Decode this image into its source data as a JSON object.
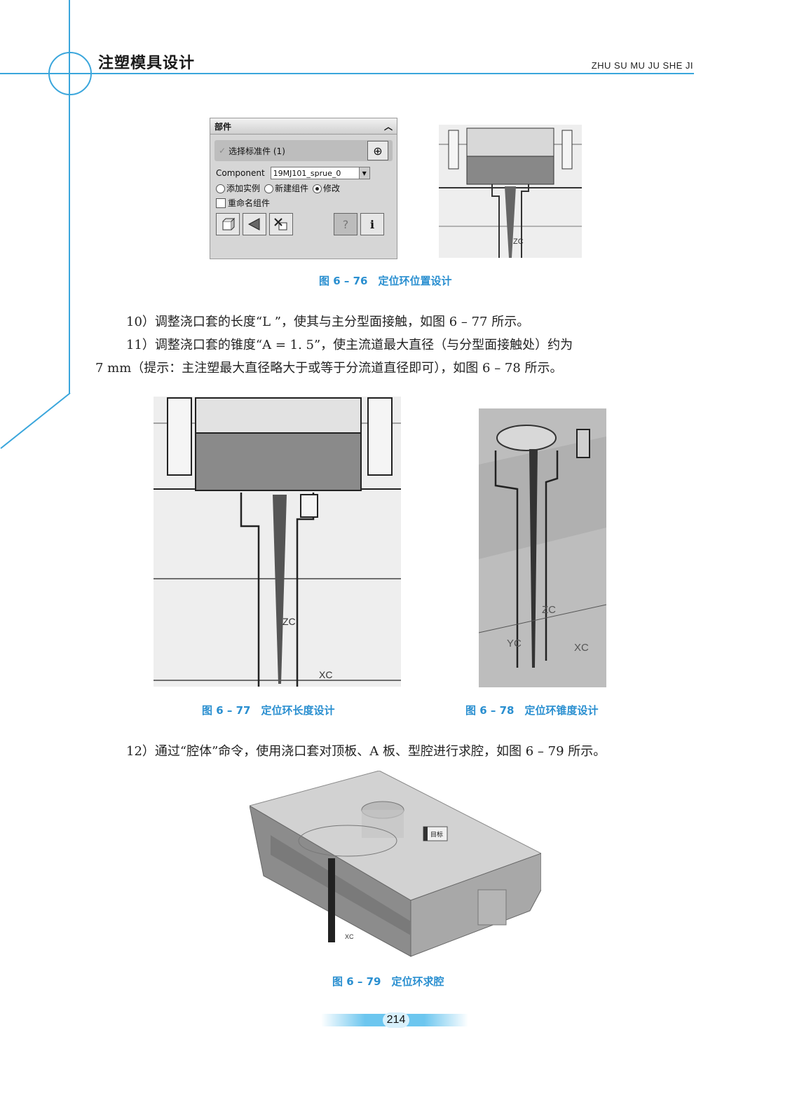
{
  "header": {
    "book_title": "注塑模具设计",
    "pinyin": "ZHU SU MU JU SHE JI"
  },
  "panel": {
    "title": "部件",
    "select_label": "选择标准件 (1)",
    "component_label": "Component",
    "component_value": "19MJ101_sprue_0",
    "radio_add": "添加实例",
    "radio_new": "新建组件",
    "radio_modify": "修改",
    "rename_label": "重命名组件"
  },
  "figures": {
    "fig76_caption": "图 6 – 76　定位环位置设计",
    "fig77_caption": "图 6 – 77　定位环长度设计",
    "fig78_caption": "图 6 – 78　定位环锥度设计",
    "fig79_caption": "图 6 – 79　定位环求腔",
    "axis_zc": "ZC",
    "axis_xc": "XC",
    "axis_yc": "YC",
    "target_label": "目标"
  },
  "paragraphs": {
    "p10": "10）调整浇口套的长度“L ”，使其与主分型面接触，如图 6 – 77 所示。",
    "p11a": "11）调整浇口套的锥度“A = 1. 5”，使主流道最大直径（与分型面接触处）约为",
    "p11b": "7 mm（提示：主注塑最大直径略大于或等于分流道直径即可），如图 6 – 78 所示。",
    "p12": "12）通过“腔体”命令，使用浇口套对顶板、A 板、型腔进行求腔，如图 6 – 79 所示。"
  },
  "page_number": "214",
  "colors": {
    "accent": "#3aa6dc",
    "caption": "#2a8fd0"
  }
}
